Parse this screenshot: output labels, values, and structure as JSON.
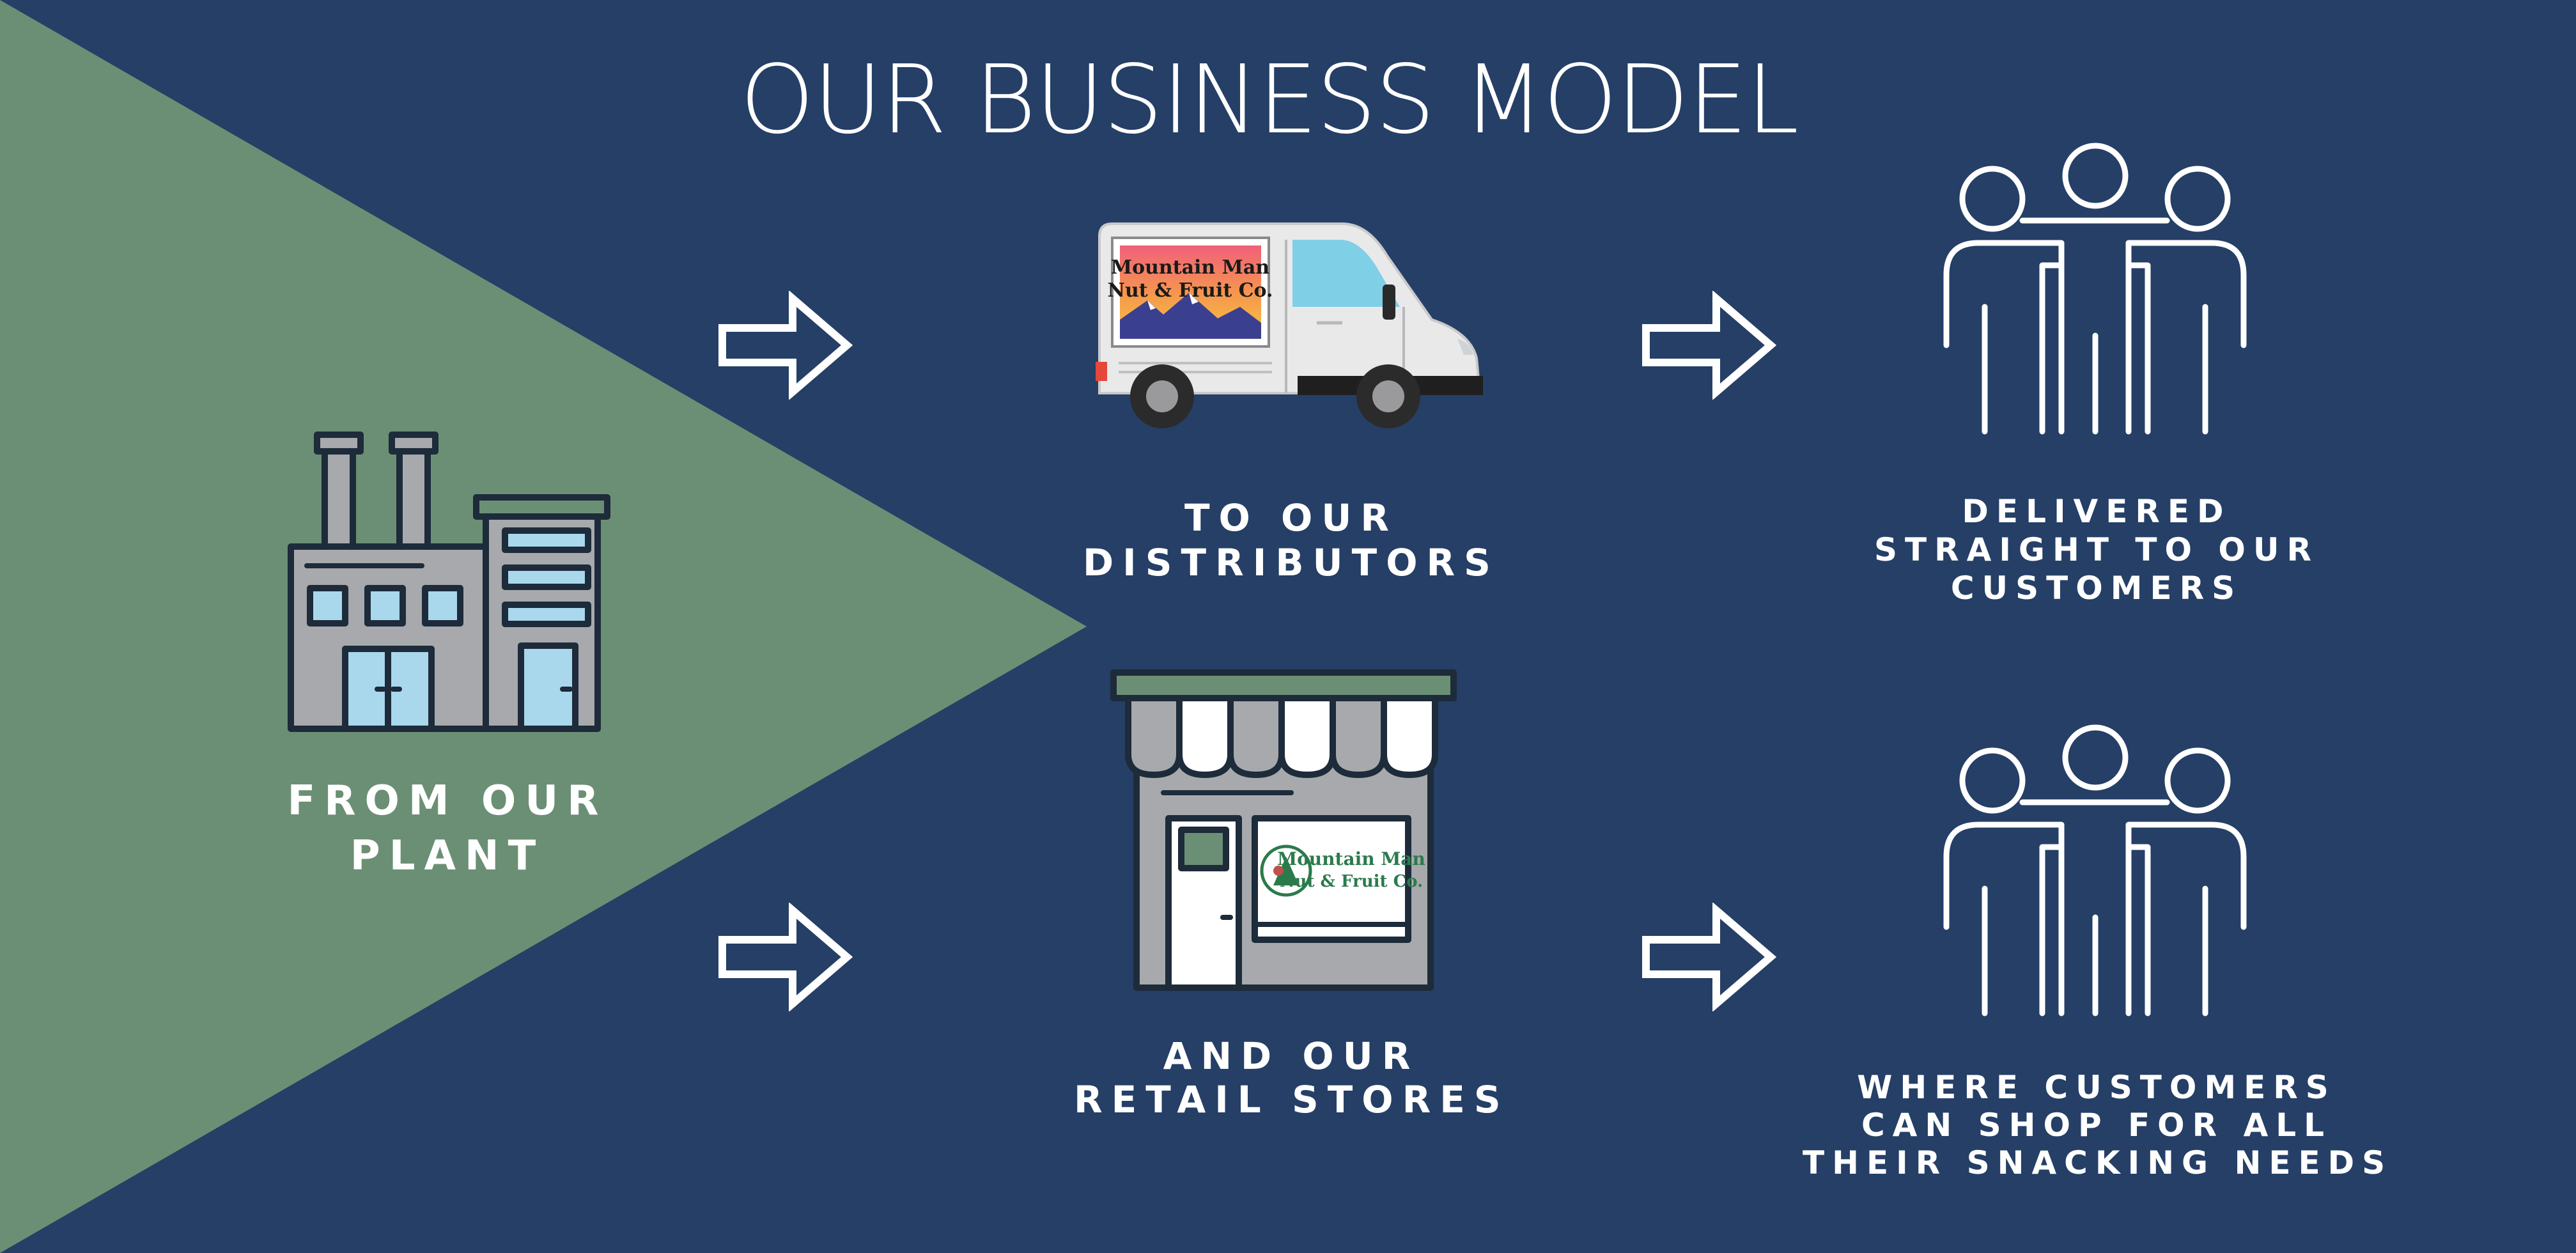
{
  "title": "OUR BUSINESS MODEL",
  "colors": {
    "background": "#253f66",
    "triangle": "#6b8f74",
    "white": "#ffffff",
    "outline": "#1d2b3a",
    "building_gray": "#a7a9ac",
    "window_blue": "#a9d8ec",
    "awning_green": "#6b8f74"
  },
  "nodes": {
    "plant": {
      "line1": "FROM OUR",
      "line2": "PLANT",
      "icon": "factory-icon"
    },
    "distributors": {
      "line1": "TO OUR",
      "line2": "DISTRIBUTORS",
      "icon": "delivery-van-icon"
    },
    "retail": {
      "line1": "AND OUR",
      "line2": "RETAIL STORES",
      "icon": "storefront-icon"
    },
    "delivered": {
      "line1": "DELIVERED",
      "line2": "STRAIGHT TO OUR",
      "line3": "CUSTOMERS",
      "icon": "people-group-icon"
    },
    "shop": {
      "line1": "WHERE CUSTOMERS",
      "line2": "CAN SHOP FOR ALL",
      "line3": "THEIR SNACKING NEEDS",
      "icon": "people-group-icon"
    }
  },
  "logo": {
    "line1": "Mountain Man",
    "line2": "Nut & Fruit Co."
  },
  "arrows": [
    "plant-to-distributors",
    "plant-to-retail",
    "distributors-to-customers",
    "retail-to-customers"
  ]
}
